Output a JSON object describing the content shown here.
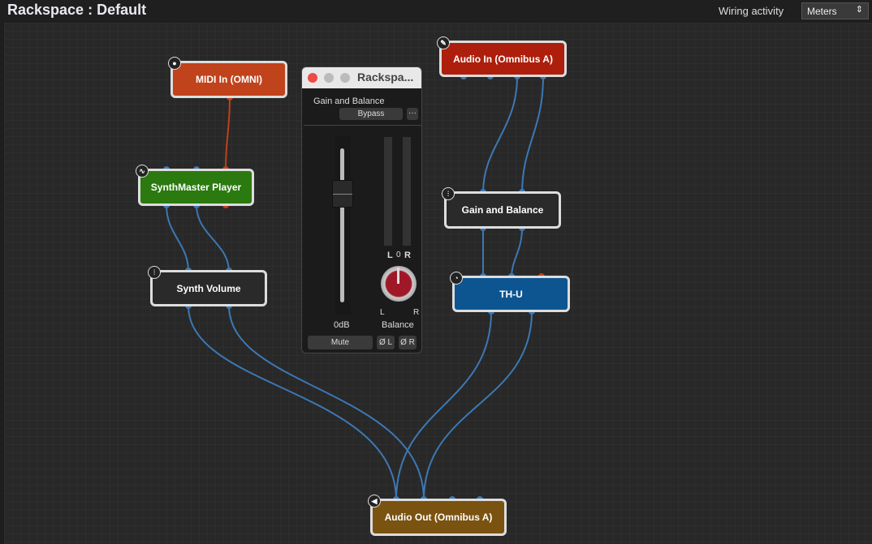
{
  "header": {
    "title": "Rackspace : Default",
    "wiring_label": "Wiring activity",
    "wiring_value": "Meters"
  },
  "blocks": {
    "midi_in": {
      "label": "MIDI In (OMNI)",
      "color": "#c0431c"
    },
    "audio_in": {
      "label": "Audio In (Omnibus A)",
      "color": "#ad1f0c"
    },
    "synthmaster": {
      "label": "SynthMaster Player",
      "color": "#2b7a0f"
    },
    "gain_balance": {
      "label": "Gain and Balance",
      "color": "#2a2a2a"
    },
    "synth_volume": {
      "label": "Synth Volume",
      "color": "#2a2a2a"
    },
    "thu": {
      "label": "TH-U",
      "color": "#0d5591"
    },
    "audio_out": {
      "label": "Audio Out (Omnibus A)",
      "color": "#7a5310"
    }
  },
  "plugin_window": {
    "title": "Rackspa...",
    "plugin_name": "Gain and Balance",
    "bypass": "Bypass",
    "more": "···",
    "gain_value": "0dB",
    "balance_label": "Balance",
    "meter_l": "L",
    "meter_0": "0",
    "meter_r": "R",
    "knob_l": "L",
    "knob_r": "R",
    "mute": "Mute",
    "phase_l": "Ø L",
    "phase_r": "Ø R",
    "gain_fraction": 0.5,
    "balance": 0
  }
}
